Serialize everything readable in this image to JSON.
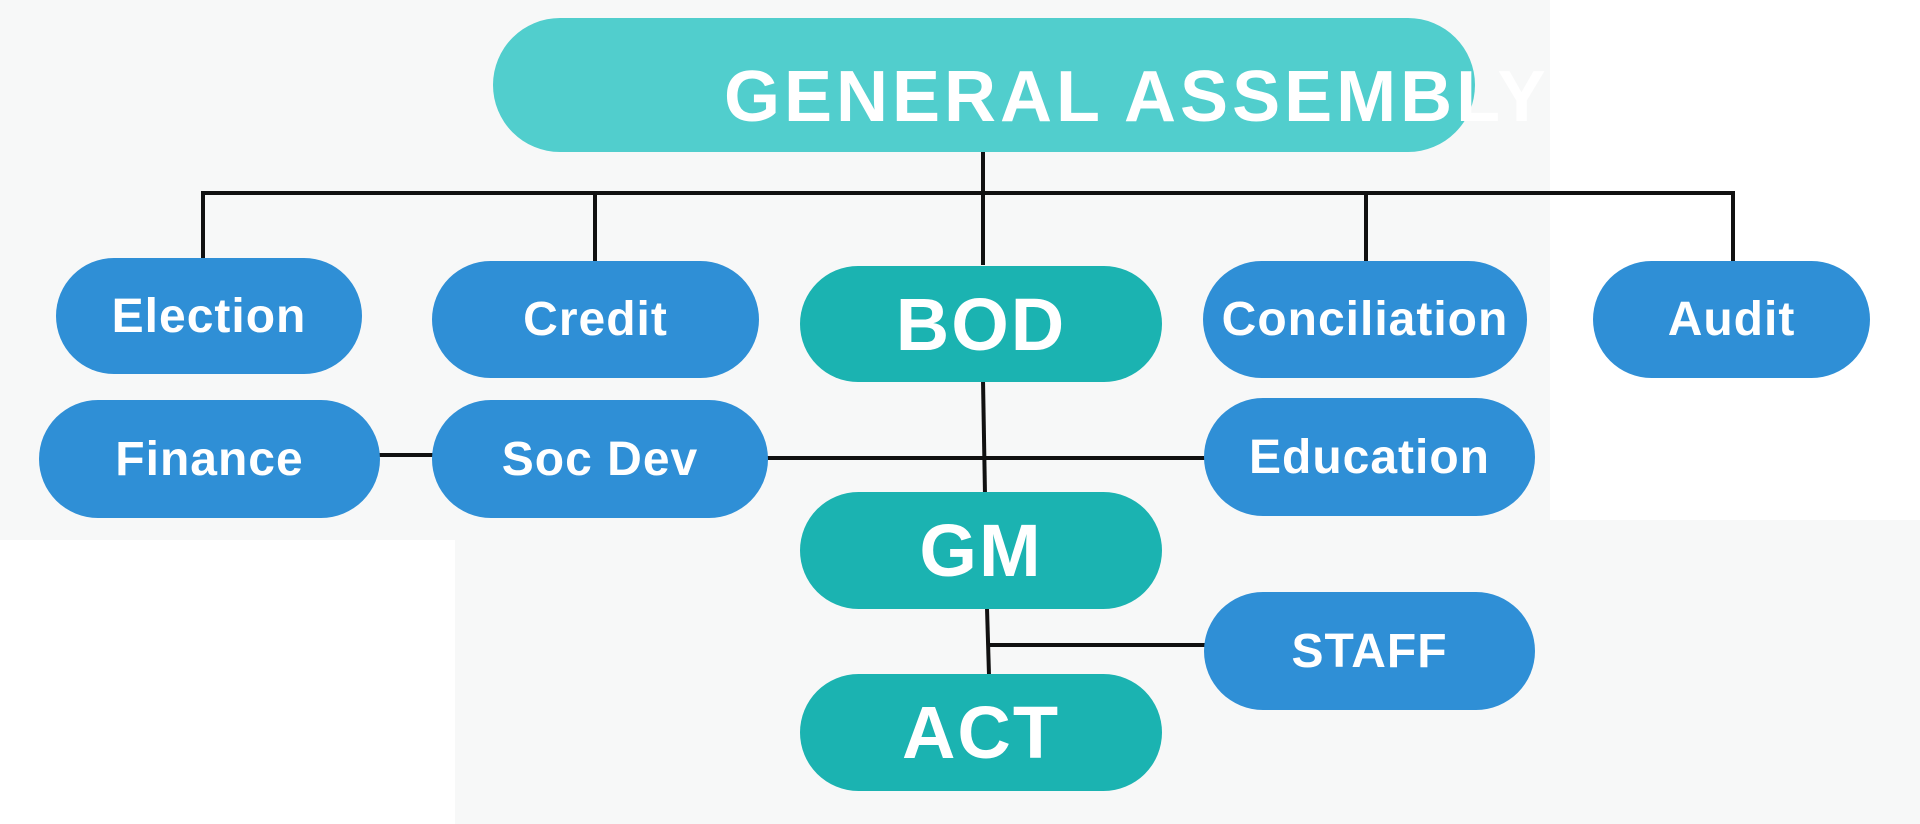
{
  "diagram": {
    "top": {
      "label": "GENERAL ASSEMBLY"
    },
    "committees": {
      "election": "Election",
      "credit": "Credit",
      "conciliation": "Conciliation",
      "audit": "Audit",
      "finance": "Finance",
      "soc_dev": "Soc Dev",
      "education": "Education",
      "staff": "STAFF"
    },
    "management": {
      "bod": "BOD",
      "gm": "GM",
      "act": "ACT"
    },
    "colors": {
      "top_node": "#51cecd",
      "committee_node": "#2f8fd6",
      "management_node": "#1bb3b1",
      "connector": "#111111",
      "text": "#ffffff"
    }
  }
}
